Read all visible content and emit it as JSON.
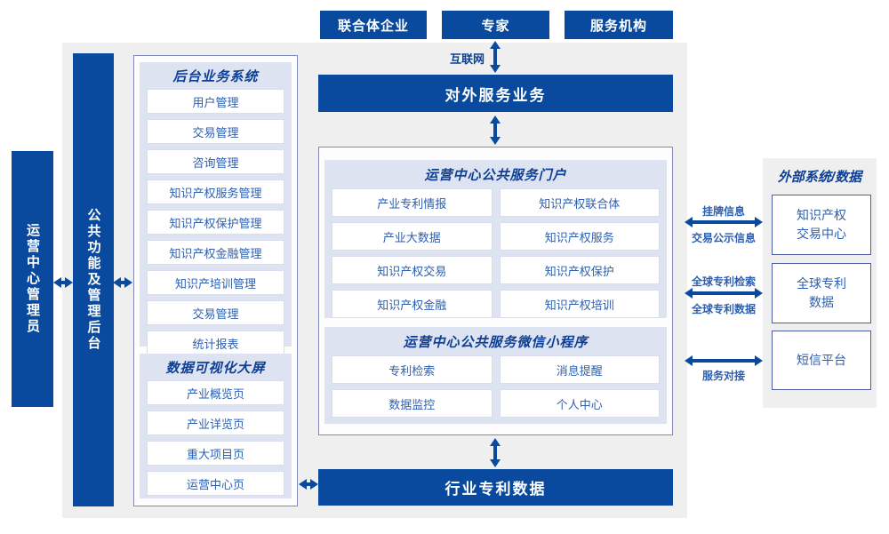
{
  "colors": {
    "primary_blue": "#0a4a9e",
    "panel_gray": "#efeff0",
    "lavender": "#dee3f2",
    "title_navy": "#0c3f95",
    "item_blue": "#2e5fae",
    "border_slate": "#8089b8"
  },
  "top_actors": {
    "consortium": "联合体企业",
    "experts": "专家",
    "agencies": "服务机构"
  },
  "internet_label": "互联网",
  "external_service_bar": "对外服务业务",
  "left_roles": {
    "operator": "运营中心管理员",
    "admin_backend": "公共功能及管理后台"
  },
  "backend_system": {
    "title": "后台业务系统",
    "items": [
      "用户管理",
      "交易管理",
      "咨询管理",
      "知识产权服务管理",
      "知识产权保护管理",
      "知识产权金融管理",
      "知识产培训管理",
      "交易管理",
      "统计报表"
    ]
  },
  "dashboard": {
    "title": "数据可视化大屏",
    "items": [
      "产业概览页",
      "产业详览页",
      "重大项目页",
      "运营中心页"
    ]
  },
  "portal": {
    "title": "运营中心公共服务门户",
    "items": [
      "产业专利情报",
      "知识产权联合体",
      "产业大数据",
      "知识产权服务",
      "知识产权交易",
      "知识产权保护",
      "知识产权金融",
      "知识产权培训"
    ]
  },
  "miniapp": {
    "title": "运营中心公共服务微信小程序",
    "items": [
      "专利检索",
      "消息提醒",
      "数据监控",
      "个人中心"
    ]
  },
  "industry_patent_bar": "行业专利数据",
  "external_panel": {
    "title": "外部系统/数据",
    "boxes": [
      "知识产权交易中心",
      "全球专利数据",
      "短信平台"
    ]
  },
  "link_labels": {
    "listing_info": "挂牌信息",
    "trade_publicity": "交易公示信息",
    "global_patent_search": "全球专利检索",
    "global_patent_data": "全球专利数据",
    "service_connect": "服务对接"
  }
}
